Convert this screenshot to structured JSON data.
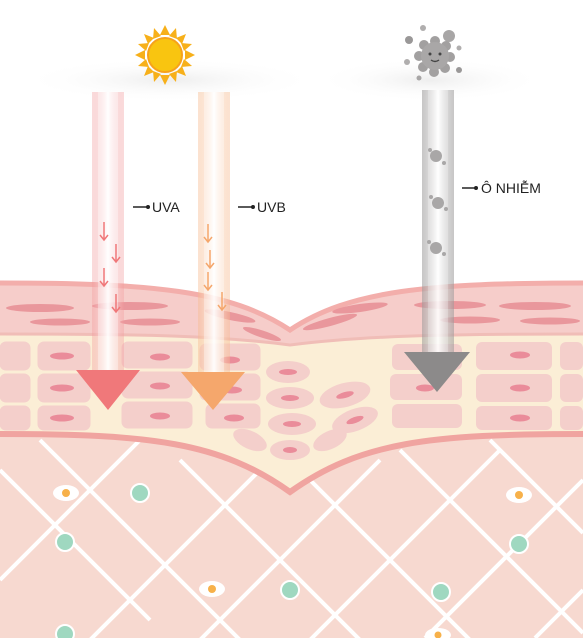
{
  "labels": {
    "uva": "UVA",
    "uvb": "UVB",
    "pollution": "Ô NHIỄM"
  },
  "icons": {
    "sun": "sun-icon",
    "pollution": "pollution-particle-icon"
  },
  "colors": {
    "uva": "#f0787a",
    "uvb": "#f5a76c",
    "pollution": "#8c8a8a",
    "skin_base": "#f6d7cf",
    "dermis_lines": "#ffffff",
    "dots_teal": "#9fd8c0",
    "dots_orange": "#f7b14a"
  }
}
